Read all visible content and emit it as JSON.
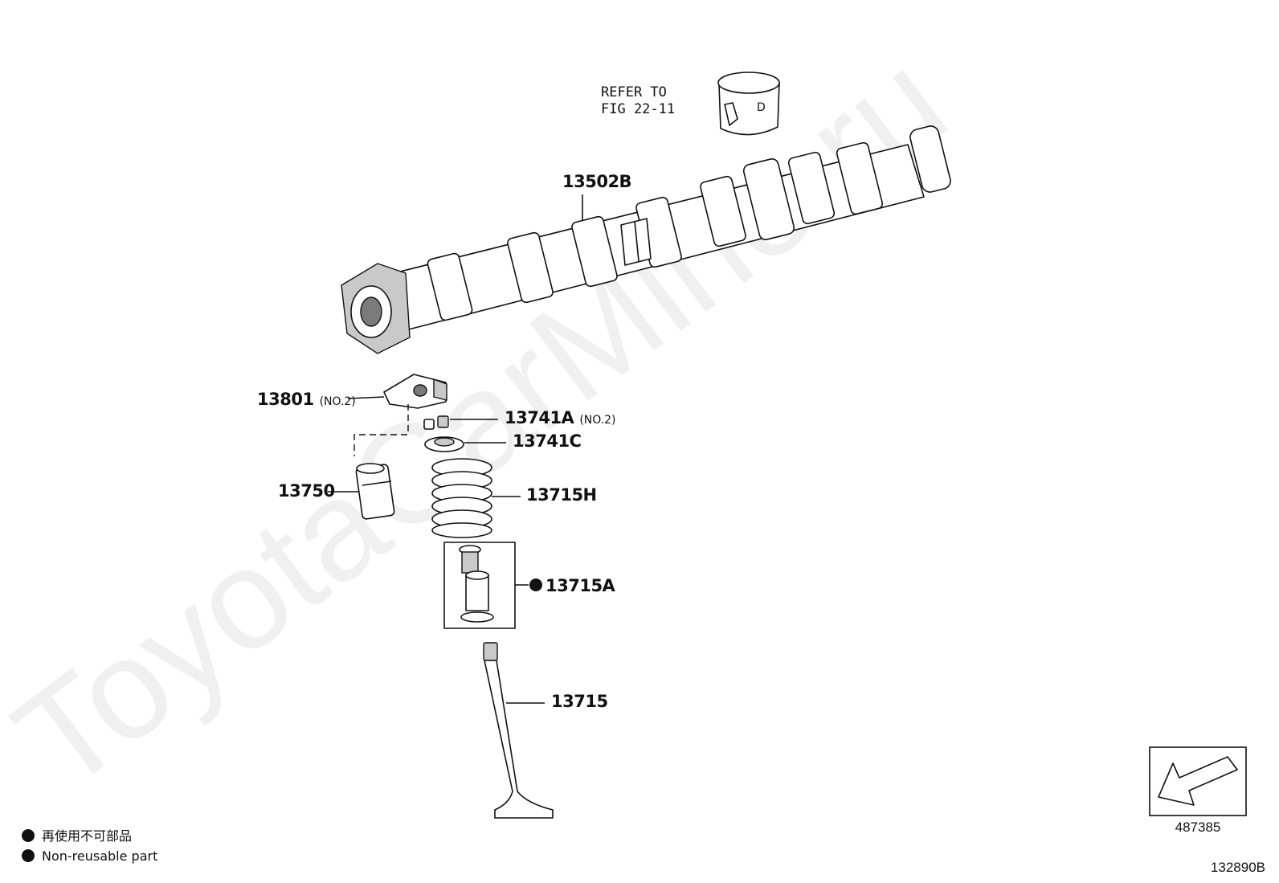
{
  "watermark": "ToyotaCarMine.ru",
  "refer": {
    "line1": "REFER TO",
    "line2": "FIG 22-11"
  },
  "parts": {
    "camshaft": {
      "number": "13502B"
    },
    "rocker_arm": {
      "number": "13801",
      "suffix": "(NO.2)"
    },
    "keeper": {
      "number": "13741A",
      "suffix": "(NO.2)"
    },
    "retainer": {
      "number": "13741C"
    },
    "lash_adjuster": {
      "number": "13750"
    },
    "valve_spring": {
      "number": "13715H"
    },
    "stem_oil_seal": {
      "number": "13715A"
    },
    "valve": {
      "number": "13715"
    }
  },
  "legend": {
    "line_ja": "再使用不可部品",
    "line_en": "Non-reusable part"
  },
  "front_box": {
    "code": "487385"
  },
  "figure_code": "132890B"
}
